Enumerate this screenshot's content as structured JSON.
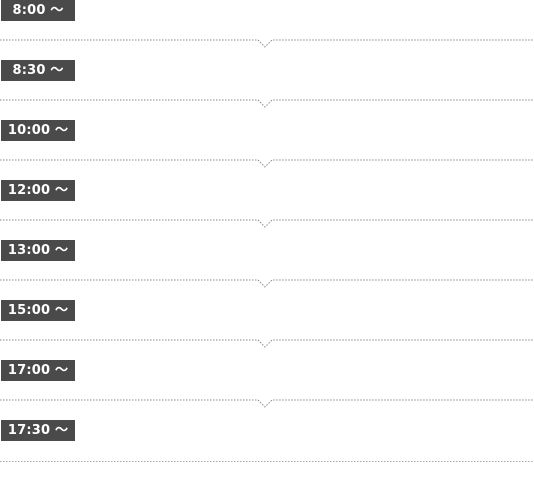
{
  "schedule": {
    "slots": [
      {
        "time": "8:00 ～"
      },
      {
        "time": "8:30 ～"
      },
      {
        "time": "10:00 ～"
      },
      {
        "time": "12:00 ～"
      },
      {
        "time": "13:00 ～"
      },
      {
        "time": "15:00 ～"
      },
      {
        "time": "17:00 ～"
      },
      {
        "time": "17:30 ～"
      }
    ]
  },
  "colors": {
    "badge_bg": "#4a4a4a",
    "badge_text": "#ffffff",
    "divider": "#888888"
  }
}
